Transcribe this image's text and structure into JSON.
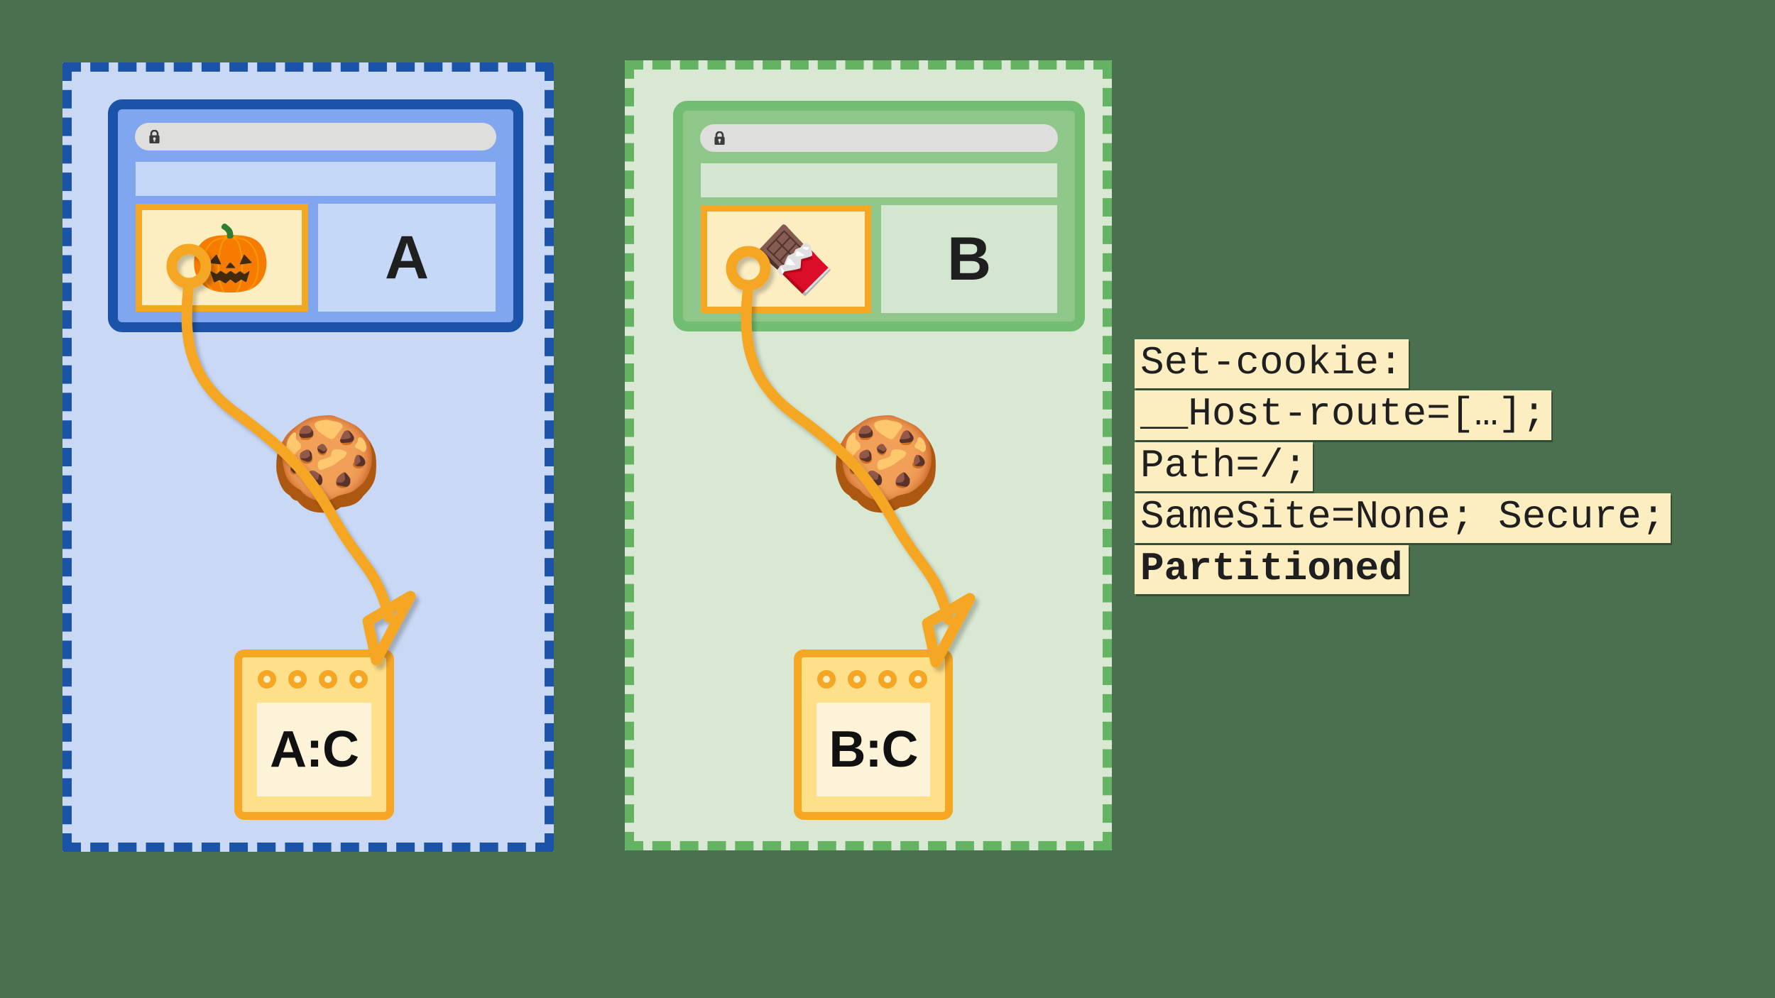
{
  "background_color": "#4a7050",
  "partitions": [
    {
      "id": "a",
      "name": "partition-a",
      "border_color": "#1a53a8",
      "fill_color": "#c9d9f5",
      "browser": {
        "chrome_color": "#7fa6ef",
        "border_color": "#1a53a8",
        "url_bar": {
          "lock_icon": "padlock-icon",
          "value": "",
          "placeholder": ""
        },
        "iframe": {
          "emoji": "🎃",
          "emoji_name": "jack-o-lantern-icon",
          "border_color": "#f5a623"
        },
        "page_letter": "A"
      },
      "cookie": {
        "emoji": "🍪",
        "emoji_name": "cookie-icon"
      },
      "storage": {
        "label": "A:C",
        "dots": 4,
        "accent_color": "#f5a623"
      }
    },
    {
      "id": "b",
      "name": "partition-b",
      "border_color": "#63b363",
      "fill_color": "#d8e8d3",
      "browser": {
        "chrome_color": "#8fc78b",
        "border_color": "#72bd72",
        "url_bar": {
          "lock_icon": "padlock-icon",
          "value": "",
          "placeholder": ""
        },
        "iframe": {
          "emoji": "🍫",
          "emoji_name": "chocolate-bar-icon",
          "border_color": "#f5a623"
        },
        "page_letter": "B"
      },
      "cookie": {
        "emoji": "🍪",
        "emoji_name": "cookie-icon"
      },
      "storage": {
        "label": "B:C",
        "dots": 4,
        "accent_color": "#f5a623"
      }
    }
  ],
  "code_block": {
    "background_color": "#fdeec2",
    "text_color": "#1f1f1f",
    "lines": [
      {
        "text": "Set-cookie:",
        "bold": false
      },
      {
        "text": "__Host-route=[…];",
        "bold": false
      },
      {
        "text": "Path=/;",
        "bold": false
      },
      {
        "text": "SameSite=None; Secure;",
        "bold": false
      },
      {
        "text": "Partitioned",
        "bold": true
      }
    ]
  }
}
